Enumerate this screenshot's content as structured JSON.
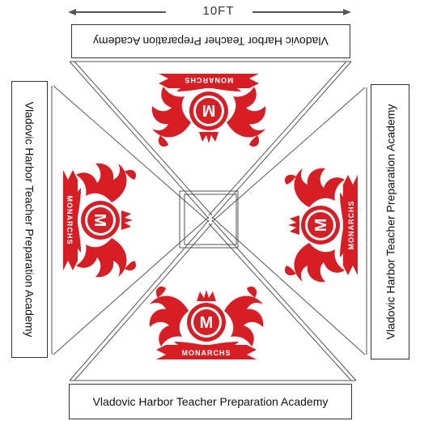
{
  "dimension": {
    "label": "10FT"
  },
  "side_text": {
    "top": "Vladovic Harbor Teacher Preparation Academy",
    "bottom": "Vladovic Harbor Teacher Preparation Academy",
    "left": "Vladovic Harbor Teacher Preparation Academy",
    "right": "Vladovic Harbor Teacher Preparation Academy"
  },
  "logo": {
    "letter": "M",
    "banner": "MONARCHS",
    "color": "#d81e25"
  }
}
